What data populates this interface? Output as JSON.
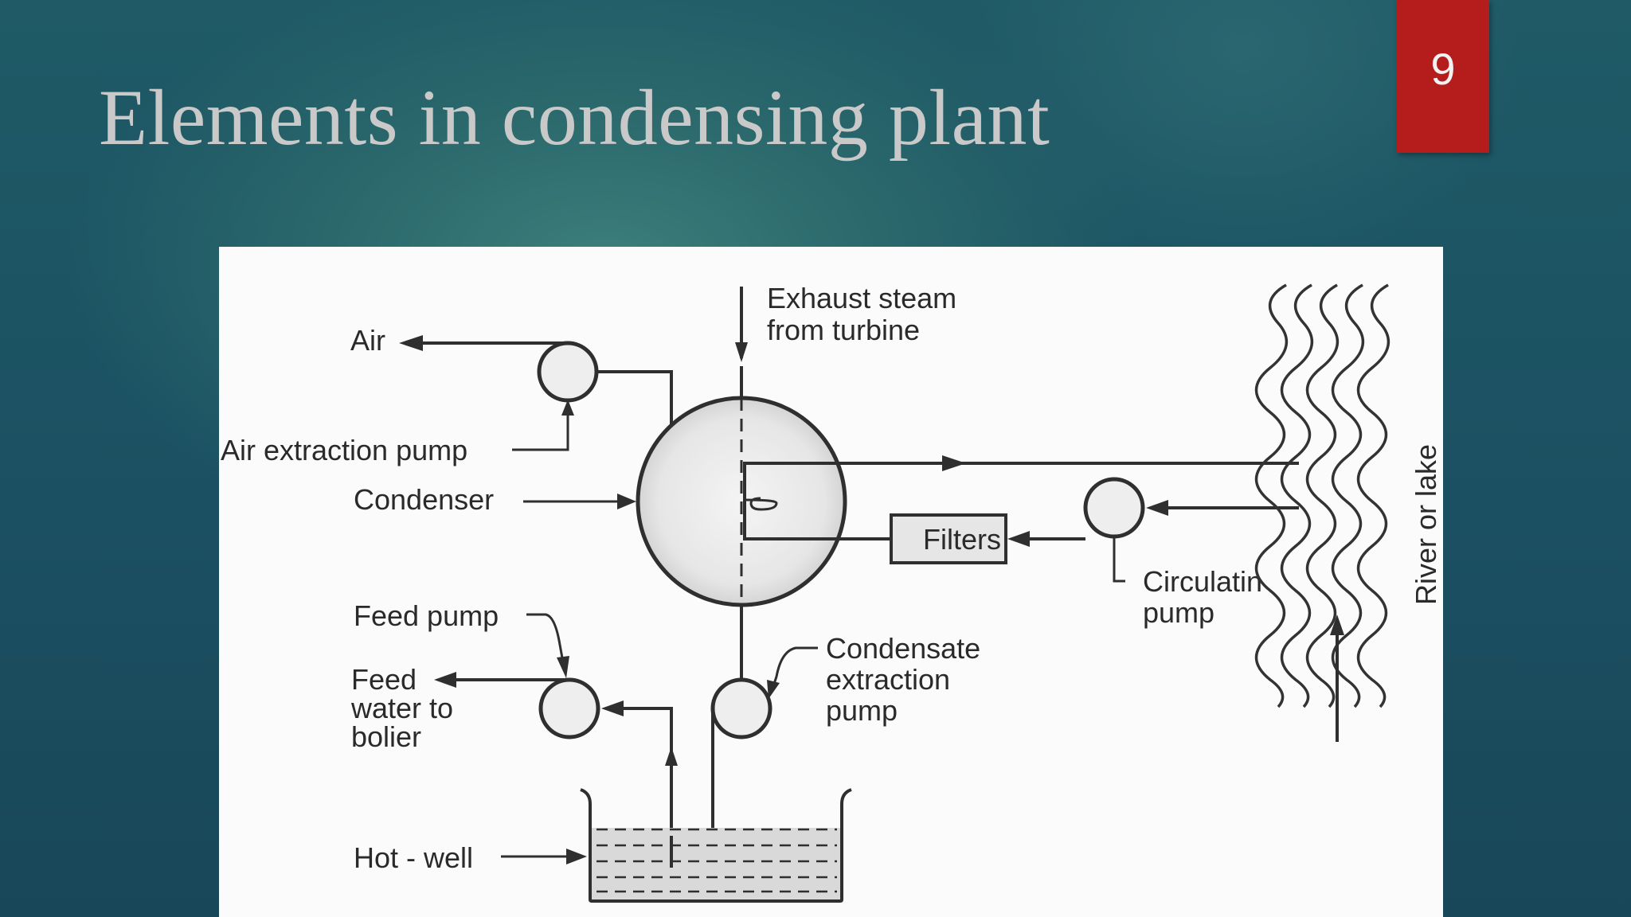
{
  "slide": {
    "title": "Elements in condensing plant",
    "number": "9"
  },
  "diagram": {
    "labels": {
      "exhaust_steam_1": "Exhaust steam",
      "exhaust_steam_2": "from turbine",
      "air": "Air",
      "air_extraction_pump": "Air extraction pump",
      "condenser": "Condenser",
      "filters": "Filters",
      "circulating_pump_1": "Circulatin",
      "circulating_pump_2": "pump",
      "river_or_lake": "River or lake",
      "feed_pump": "Feed pump",
      "feed_water_1": "Feed",
      "feed_water_2": "water to",
      "feed_water_3": "bolier",
      "condensate_1": "Condensate",
      "condensate_2": "extraction",
      "condensate_3": "pump",
      "hot_well": "Hot - well"
    }
  }
}
